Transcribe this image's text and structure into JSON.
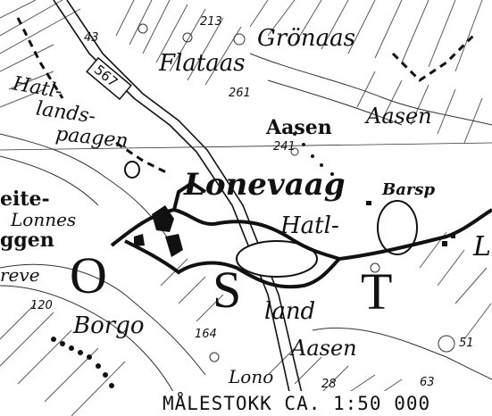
{
  "places": {
    "gronaas": "Grönaas",
    "flataas": "Flataas",
    "hatl_top": "Hatl-",
    "lands": "lands-",
    "paagen": "paagen",
    "aasen_c": "Aasen",
    "aasen_ne": "Aasen",
    "lonevaag": "Lonevaag",
    "barsp": "Barsp",
    "eite": "eite-",
    "lonnes": "Lonnes",
    "ggen": "ggen",
    "reve": "reve",
    "hatl_c": "Hatl-",
    "land": "land",
    "borgo": "Borgo",
    "aasen_s": "Aasen",
    "lono": "Lono",
    "L": "L"
  },
  "region_letters": {
    "o": "O",
    "s": "S",
    "t": "T"
  },
  "road": {
    "number": "567"
  },
  "elevations": {
    "e213": "213",
    "e43": "43",
    "e261": "261",
    "e241": "241",
    "e120": "120",
    "e164": "164",
    "e51": "51",
    "e63": "63",
    "e28": "28"
  },
  "scale": {
    "text": "MÅLESTOKK CA. 1:50 000"
  },
  "colors": {
    "ink": "#111111",
    "paper": "#ffffff"
  }
}
